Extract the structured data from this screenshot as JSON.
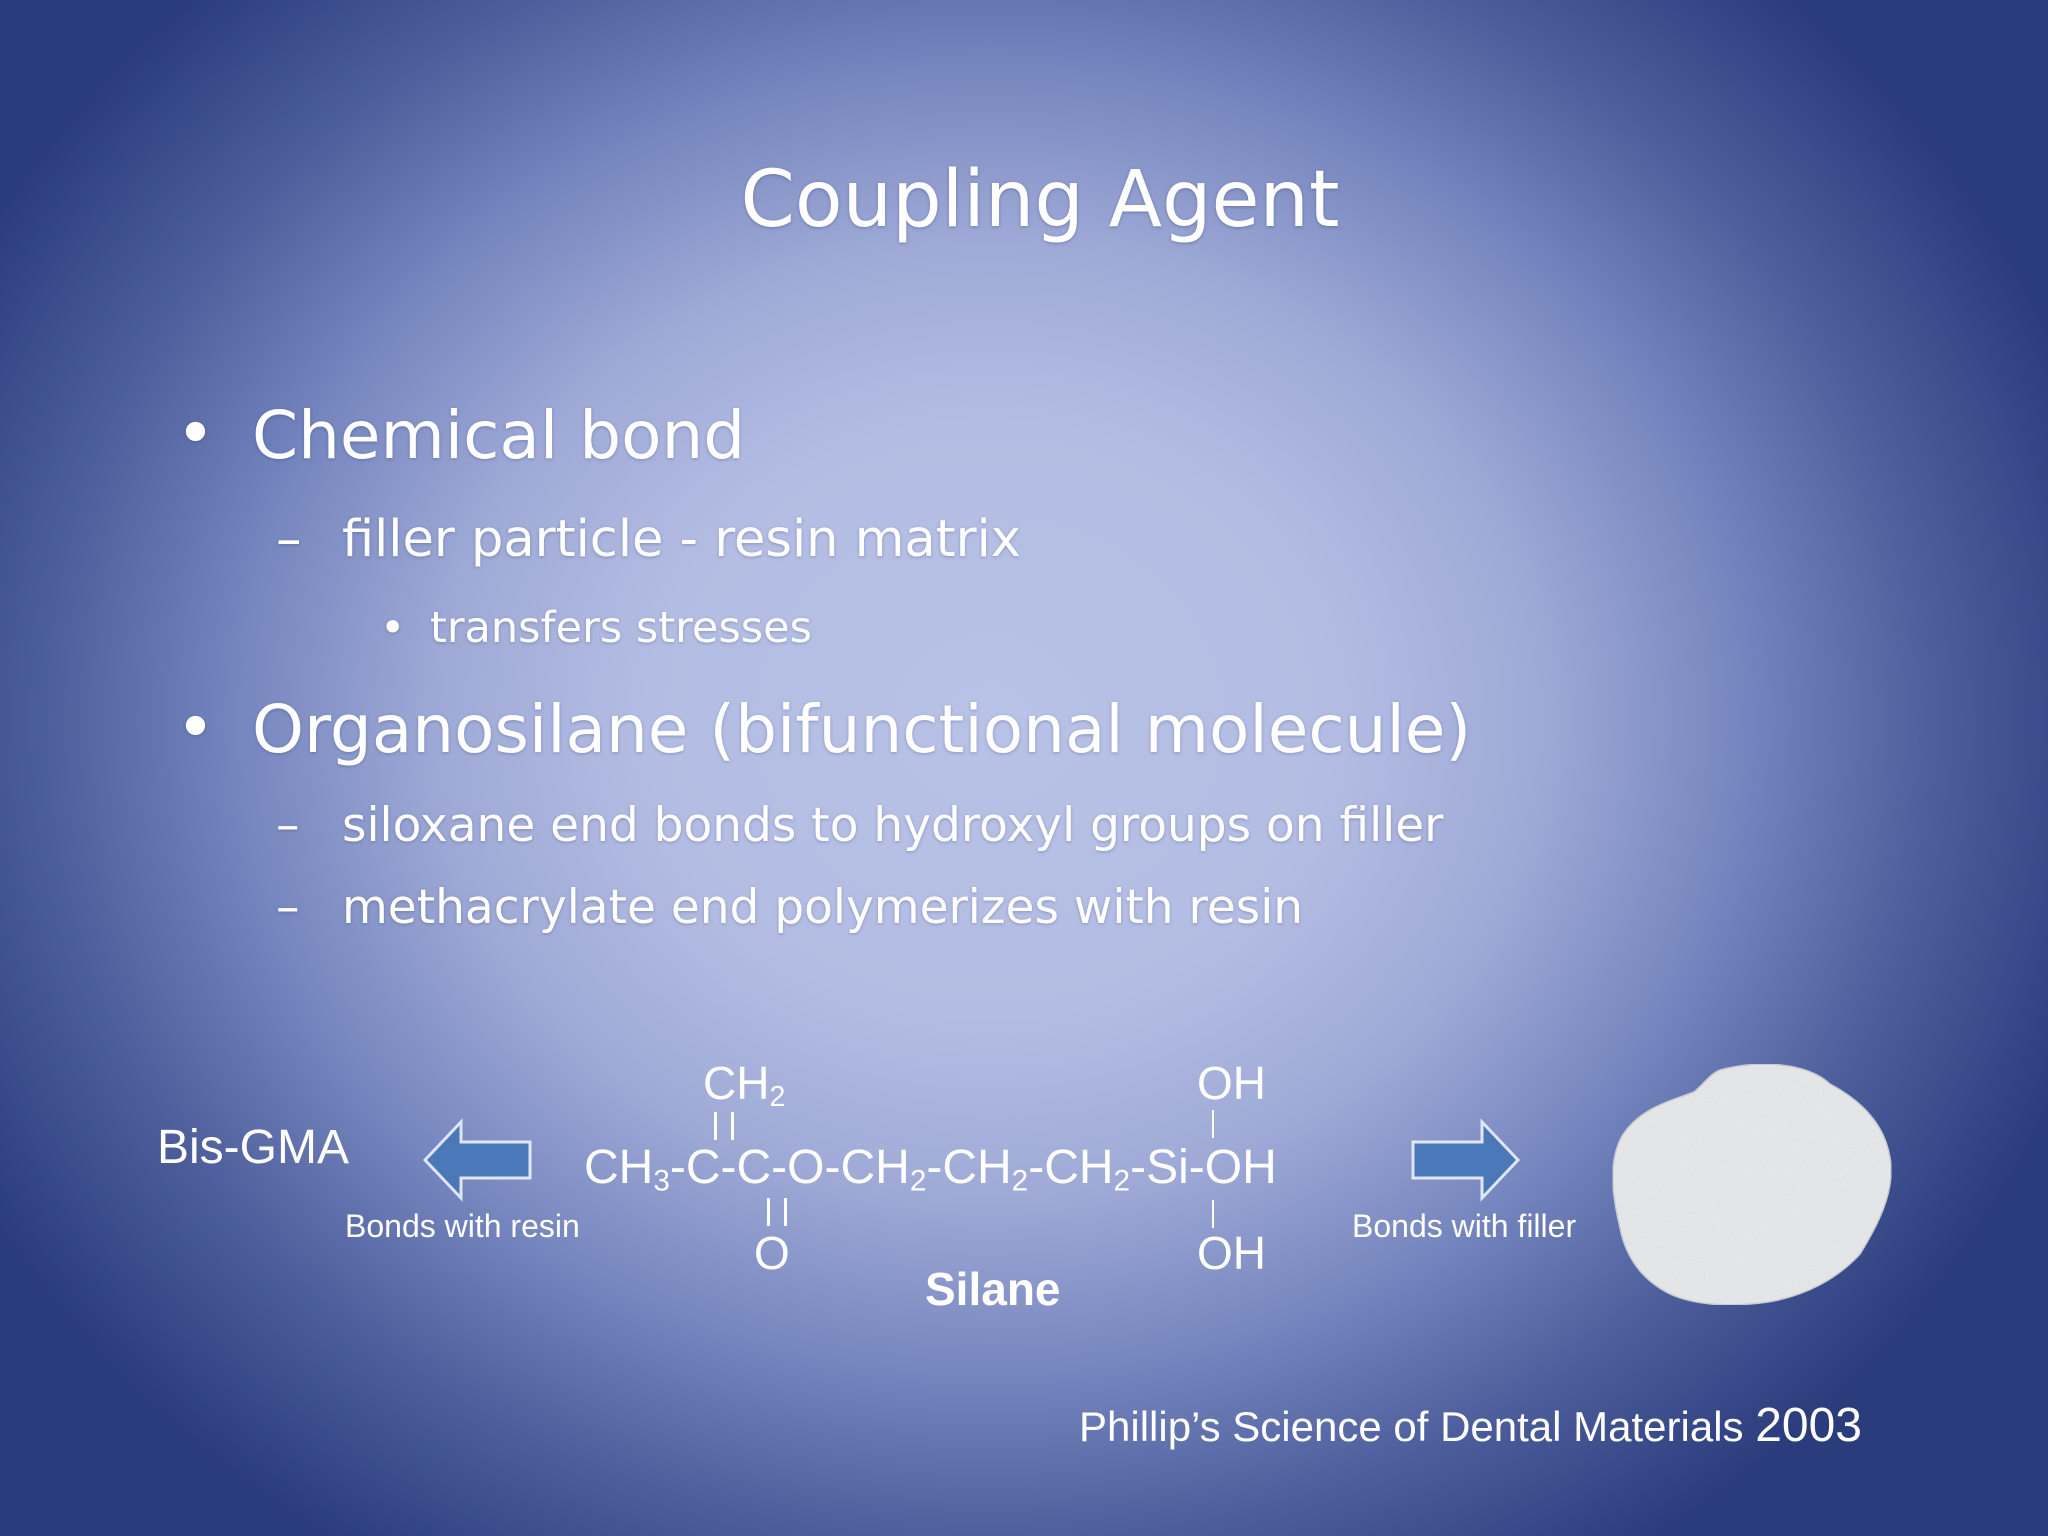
{
  "slide": {
    "title": "Coupling Agent",
    "bullets": [
      {
        "text": "Chemical bond",
        "level": 1
      },
      {
        "text": "filler particle - resin matrix",
        "level": 2
      },
      {
        "text": "transfers stresses",
        "level": 3
      },
      {
        "text": "Organosilane (bifunctional molecule)",
        "level": 1
      },
      {
        "text": "siloxane end bonds to hydroxyl groups on filler",
        "level": 2
      },
      {
        "text": "methacrylate end polymerizes with resin",
        "level": 2
      }
    ],
    "markers": {
      "level1": "•",
      "level2": "–",
      "level3": "•"
    }
  },
  "diagram": {
    "left_label": "Bis-GMA",
    "left_caption": "Bonds with resin",
    "right_caption": "Bonds with filler",
    "molecule_name": "Silane",
    "top_left_group": "CH",
    "top_left_sub": "2",
    "top_right_group": "OH",
    "bottom_left_group": "O",
    "bottom_right_group": "OH",
    "chain_parts": [
      {
        "t": "CH",
        "s": "3"
      },
      {
        "t": "-C-C-O-CH",
        "s": "2"
      },
      {
        "t": "-CH",
        "s": "2"
      },
      {
        "t": "-CH",
        "s": "2"
      },
      {
        "t": "-Si-OH",
        "s": ""
      }
    ],
    "arrow_color": "#4a78b8",
    "particle_color": "#eef0f0"
  },
  "citation": {
    "text": "Phillip’s Science of Dental Materials ",
    "year": "2003"
  }
}
